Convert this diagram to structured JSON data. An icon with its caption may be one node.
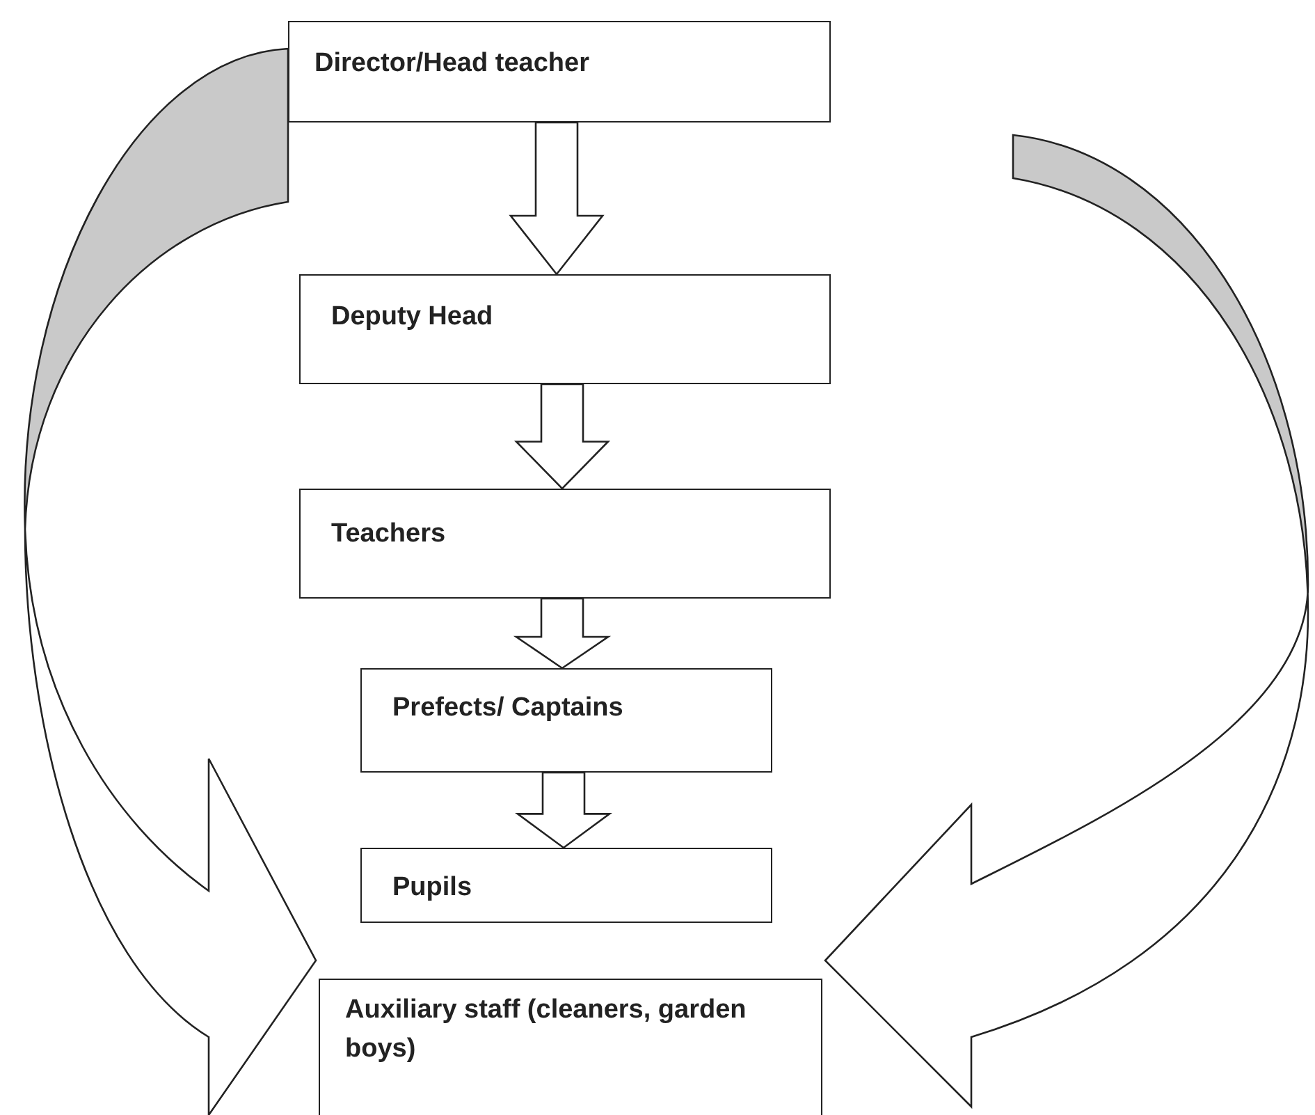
{
  "diagram": {
    "nodes": [
      {
        "text": [
          "Director/Head teacher"
        ]
      },
      {
        "text": [
          "Deputy Head"
        ]
      },
      {
        "text": [
          "Teachers"
        ]
      },
      {
        "text": [
          "Prefects/ Captains"
        ]
      },
      {
        "text": [
          "Pupils"
        ]
      },
      {
        "text": [
          "Auxiliary staff (cleaners, garden boys)"
        ]
      }
    ],
    "edges": [
      {
        "from": 0,
        "to": 1,
        "arrow": "to"
      },
      {
        "from": 1,
        "to": 2,
        "arrow": "to"
      },
      {
        "from": 2,
        "to": 3,
        "arrow": "to"
      },
      {
        "from": 3,
        "to": 4,
        "arrow": "to"
      },
      {
        "from": 0,
        "to": 5,
        "arrow": "to"
      },
      {
        "from": 0,
        "to": 5,
        "arrow": "to"
      }
    ]
  }
}
